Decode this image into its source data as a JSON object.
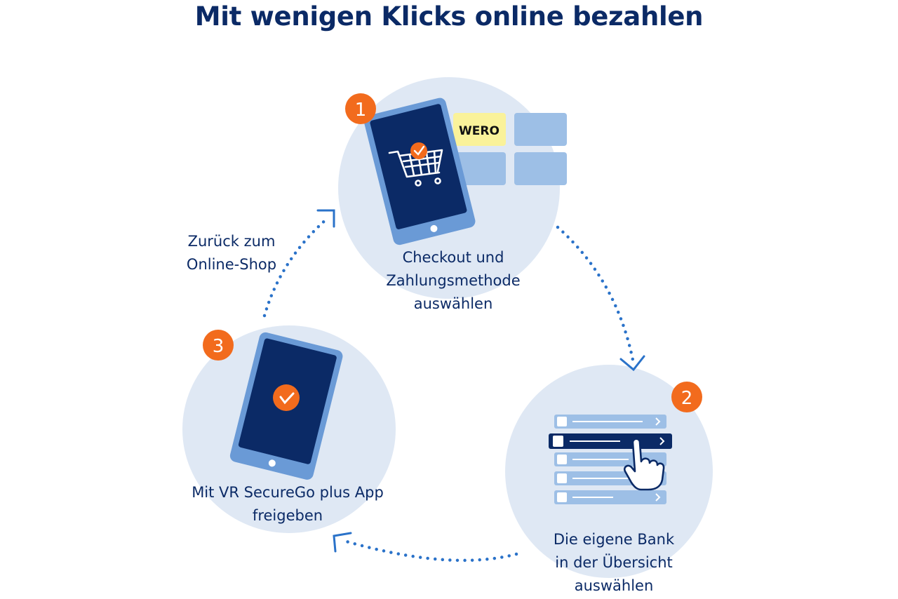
{
  "title": "Mit wenigen Klicks online bezahlen",
  "colors": {
    "navy": "#0b2a66",
    "circle_bg": "#dfe8f4",
    "phone_frame": "#6a9ad6",
    "phone_screen": "#0b2a66",
    "orange": "#f26b1d",
    "tile_blue": "#9dbfe6",
    "wero_yellow": "#faf29a",
    "arrow_blue": "#2a72c9"
  },
  "steps": [
    {
      "number": "1",
      "label_lines": [
        "Checkout und",
        "Zahlungsmethode",
        "auswählen"
      ],
      "icons": [
        "smartphone-icon",
        "shopping-cart-icon",
        "checkmark-badge-icon"
      ],
      "payment_tiles": [
        "wero",
        "",
        "",
        ""
      ],
      "wero_logo_text": "wero"
    },
    {
      "number": "2",
      "label_lines": [
        "Die eigene Bank",
        "in der Übersicht",
        "auswählen"
      ],
      "icons": [
        "bank-list-icon",
        "pointing-hand-icon"
      ],
      "list_rows": 5,
      "selected_row": 2
    },
    {
      "number": "3",
      "label_lines": [
        "Mit VR SecureGo plus App",
        "freigeben"
      ],
      "icons": [
        "smartphone-icon",
        "checkmark-badge-icon"
      ]
    }
  ],
  "return_label_lines": [
    "Zurück zum",
    "Online-Shop"
  ]
}
